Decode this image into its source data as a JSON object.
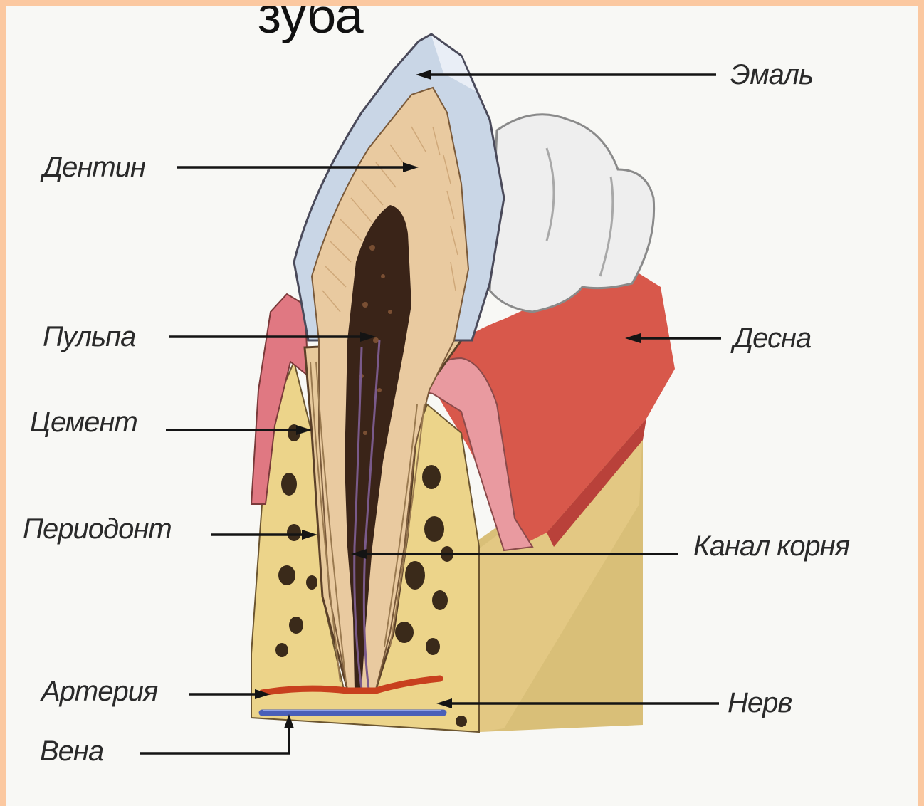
{
  "slide": {
    "title": "зуба"
  },
  "labels": {
    "enamel": "Эмаль",
    "dentin": "Дентин",
    "pulp": "Пульпа",
    "gum": "Десна",
    "cement": "Цемент",
    "periodont": "Периодонт",
    "root_canal": "Канал корня",
    "artery": "Артерия",
    "nerve": "Нерв",
    "vein": "Вена"
  },
  "colors": {
    "slide_border": "#fbc8a0",
    "enamel": "#c9d6e6",
    "dentin": "#e9caa0",
    "pulp": "#3a2418",
    "gum": "#d9584a",
    "gum_light": "#e99aa0",
    "bone": "#ecd48a",
    "artery": "#c8401e",
    "vein": "#4a5fb8"
  }
}
